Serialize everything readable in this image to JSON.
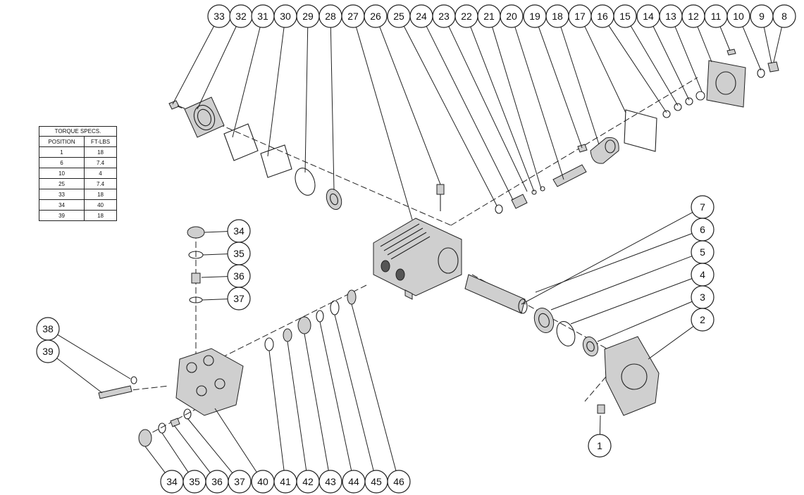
{
  "torque_table": {
    "title": "TORQUE SPECS.",
    "headers": [
      "POSITION",
      "FT-LBS"
    ],
    "rows": [
      [
        "1",
        "18"
      ],
      [
        "6",
        "7.4"
      ],
      [
        "10",
        "4"
      ],
      [
        "25",
        "7.4"
      ],
      [
        "33",
        "18"
      ],
      [
        "34",
        "40"
      ],
      [
        "39",
        "18"
      ]
    ]
  },
  "callouts": {
    "top": [
      "33",
      "32",
      "31",
      "30",
      "29",
      "28",
      "27",
      "26",
      "25",
      "24",
      "23",
      "22",
      "21",
      "20",
      "19",
      "18",
      "17",
      "16",
      "15",
      "14",
      "13",
      "12",
      "11",
      "10",
      "9",
      "8"
    ],
    "right": [
      "7",
      "6",
      "5",
      "4",
      "3",
      "2",
      "1"
    ],
    "left_stack": [
      "34",
      "35",
      "36",
      "37"
    ],
    "left_pair": [
      "38",
      "39"
    ],
    "bottom": [
      "34",
      "35",
      "36",
      "37",
      "40",
      "41",
      "42",
      "43",
      "44",
      "45",
      "46"
    ]
  }
}
